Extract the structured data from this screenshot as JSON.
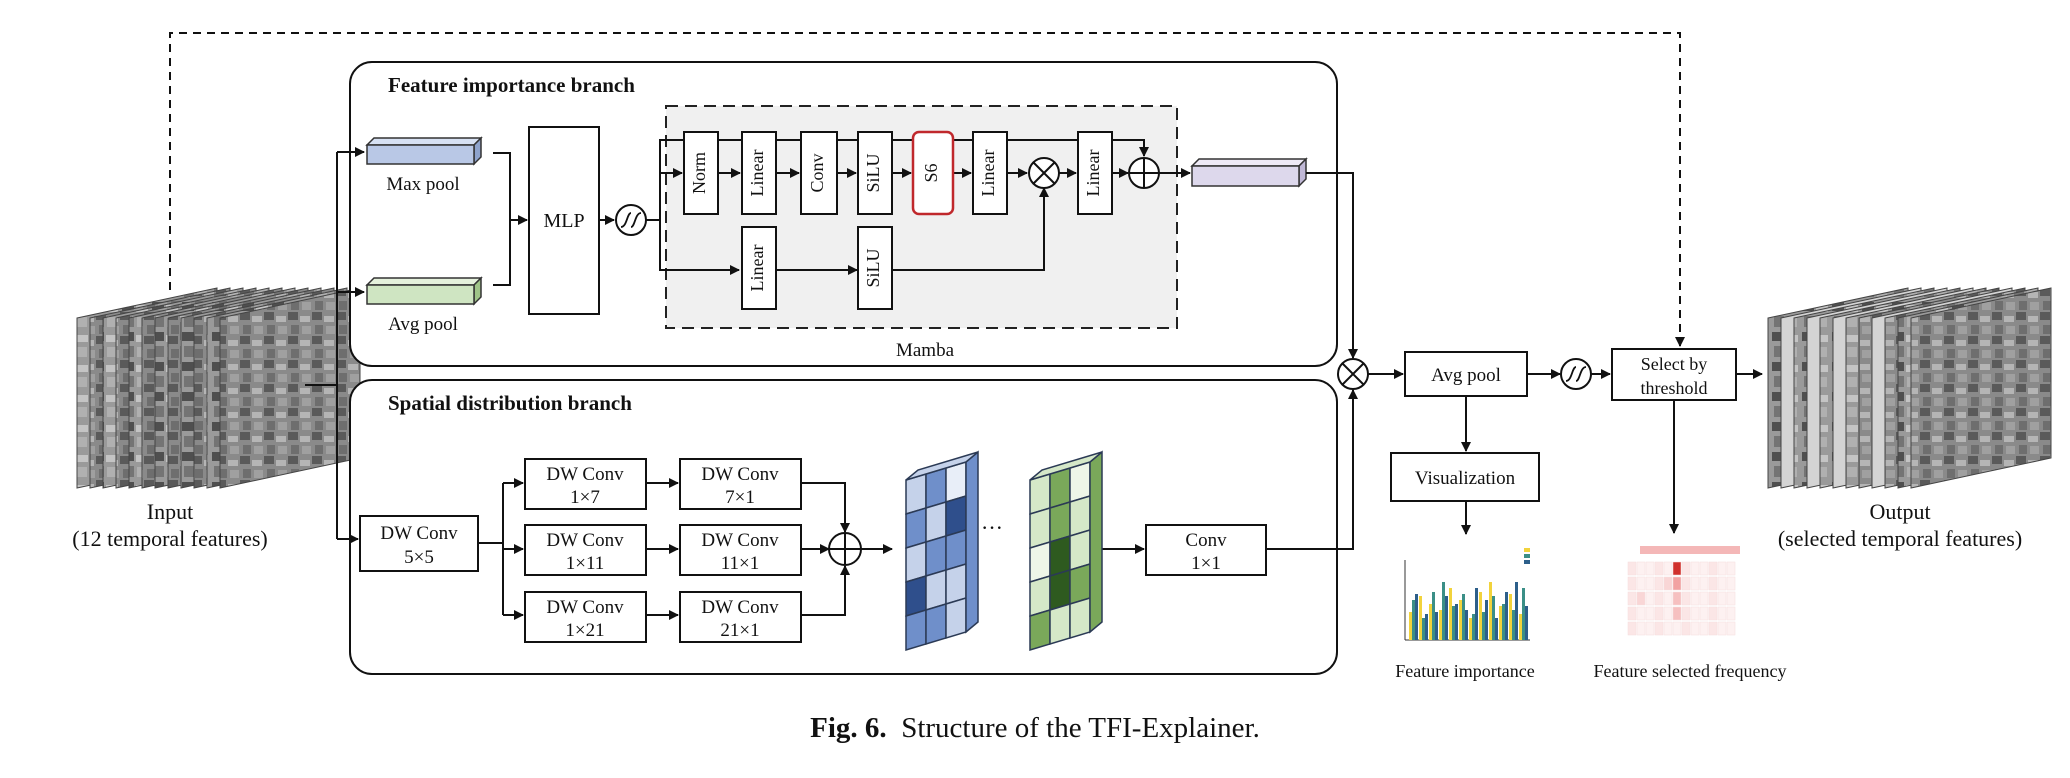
{
  "branches": {
    "feature": {
      "title": "Feature importance branch"
    },
    "spatial": {
      "title": "Spatial distribution branch"
    }
  },
  "input": {
    "label_line1": "Input",
    "label_line2": "(12 temporal features)"
  },
  "output": {
    "label_line1": "Output",
    "label_line2": "(selected temporal features)"
  },
  "pooling": {
    "max": "Max pool",
    "avg": "Avg pool"
  },
  "mlp": "MLP",
  "mamba": {
    "label": "Mamba",
    "norm": "Norm",
    "linear1": "Linear",
    "conv": "Conv",
    "silu1": "SiLU",
    "s6": "S6",
    "linear2": "Linear",
    "linear3": "Linear",
    "linear4": "Linear",
    "silu2": "SiLU"
  },
  "spatial": {
    "dw5": {
      "l1": "DW Conv",
      "l2": "5×5"
    },
    "dw1x7": {
      "l1": "DW Conv",
      "l2": "1×7"
    },
    "dw7x1": {
      "l1": "DW Conv",
      "l2": "7×1"
    },
    "dw1x11": {
      "l1": "DW Conv",
      "l2": "1×11"
    },
    "dw11x1": {
      "l1": "DW Conv",
      "l2": "11×1"
    },
    "dw1x21": {
      "l1": "DW Conv",
      "l2": "1×21"
    },
    "dw21x1": {
      "l1": "DW Conv",
      "l2": "21×1"
    },
    "ellipsis": "···",
    "conv1x1": {
      "l1": "Conv",
      "l2": "1×1"
    }
  },
  "post": {
    "avg_pool": "Avg pool",
    "select_l1": "Select by",
    "select_l2": "threshold",
    "visualization": "Visualization",
    "feature_importance": "Feature importance",
    "feature_selected_frequency": "Feature selected frequency"
  },
  "caption": {
    "prefix": "Fig. 6.",
    "text": "Structure of the TFI-Explainer."
  },
  "colors": {
    "maxpool_fill": "#b9c8e6",
    "avgpool_fill": "#cfe5c2",
    "s6_border": "#c0282c",
    "mamba_bg": "#f0f0f0",
    "blue_grid": [
      "#c5d2ea",
      "#6f8fca",
      "#2f4f8c",
      "#e8eef8"
    ],
    "green_grid": [
      "#d5e8c8",
      "#7aa85a",
      "#2e5a1f",
      "#eef6e8"
    ]
  }
}
